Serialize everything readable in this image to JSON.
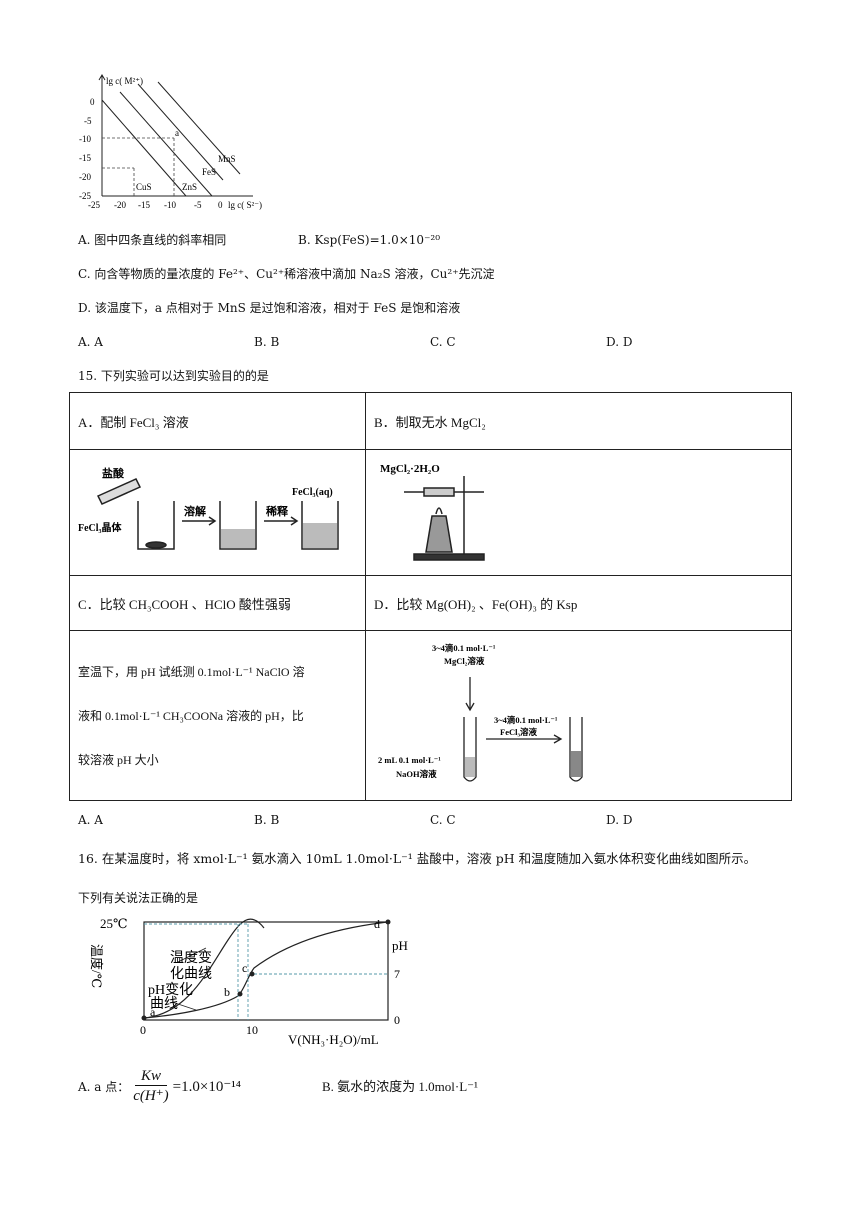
{
  "q14": {
    "graph": {
      "y_axis_label": "lg c( M²⁺)",
      "x_axis_label": "lg c( S²⁻)",
      "y_ticks": [
        "0",
        "-5",
        "-10",
        "-15",
        "-20",
        "-25"
      ],
      "x_ticks": [
        "-25",
        "-20",
        "-15",
        "-10",
        "-5",
        "0"
      ],
      "line_labels": [
        "MnS",
        "FeS",
        "ZnS",
        "CuS"
      ],
      "point_label": "a"
    },
    "option_a": "A. 图中四条直线的斜率相同",
    "option_b": "B. Ksp(FeS)=1.0×10⁻²⁰",
    "option_c": "C. 向含等物质的量浓度的 Fe²⁺、Cu²⁺稀溶液中滴加 Na₂S 溶液，Cu²⁺先沉淀",
    "option_d": "D. 该温度下，a 点相对于 MnS 是过饱和溶液，相对于 FeS 是饱和溶液",
    "answers": [
      "A. A",
      "B. B",
      "C. C",
      "D. D"
    ]
  },
  "q15": {
    "stem": "15. 下列实验可以达到实验目的的是",
    "cell_a_title": "A．配制 FeCl₃ 溶液",
    "cell_b_title": "B．制取无水 MgCl₂",
    "cell_c_title": "C．比较 CH₃COOH 、HClO 酸性强弱",
    "cell_d_title": "D．比较 Mg(OH)₂ 、Fe(OH)₃ 的 Ksp",
    "fig_a": {
      "acid": "盐酸",
      "crystal": "FeCl₃晶体",
      "step1": "溶解",
      "step2": "稀释",
      "product": "FeCl₃(aq)"
    },
    "fig_b": {
      "label": "MgCl₂·2H₂O"
    },
    "cell_c_text": [
      "室温下，用 pH 试纸测 0.1mol·L⁻¹ NaClO 溶",
      "液和 0.1mol·L⁻¹ CH₃COONa 溶液的 pH，比",
      "较溶液 pH 大小"
    ],
    "fig_d": {
      "drop1a": "3~4滴0.1 mol·L⁻¹",
      "drop1b": "MgCl₂溶液",
      "drop2a": "3~4滴0.1 mol·L⁻¹",
      "drop2b": "FeCl₃溶液",
      "base1": "2 mL 0.1 mol·L⁻¹",
      "base2": "NaOH溶液"
    },
    "answers": [
      "A. A",
      "B. B",
      "C. C",
      "D. D"
    ]
  },
  "q16": {
    "stem": "16. 在某温度时，将 xmol·L⁻¹ 氨水滴入 10mL 1.0mol·L⁻¹ 盐酸中，溶液 pH 和温度随加入氨水体积变化曲线如图所示。",
    "stem2": "下列有关说法正确的是",
    "graph": {
      "temp_label": "25℃",
      "y_left_label": "温度/℃",
      "y_right_label": "pH",
      "ph_seven": "7",
      "right_zero": "0",
      "x_zero": "0",
      "x_ten": "10",
      "x_axis_label": "V(NH₃·H₂O)/mL",
      "temp_curve_label_1": "温度变",
      "temp_curve_label_2": "化曲线",
      "ph_curve_label_1": "pH变化",
      "ph_curve_label_2": "曲线",
      "points": [
        "a",
        "b",
        "c",
        "d"
      ]
    },
    "option_a_prefix": "A. a 点：",
    "option_a_num": "Kw",
    "option_a_den": "c(H⁺)",
    "option_a_val": "=1.0×10⁻¹⁴",
    "option_b": "B.  氨水的浓度为 1.0mol·L⁻¹"
  }
}
